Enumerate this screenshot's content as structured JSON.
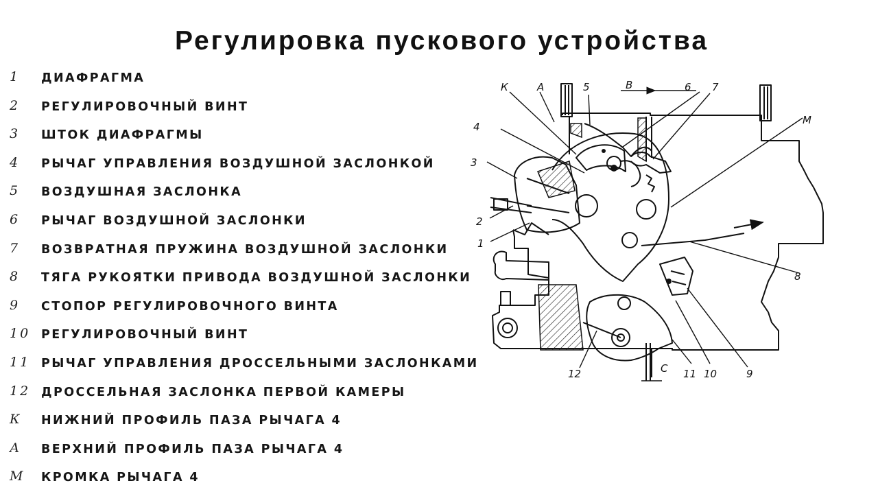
{
  "title": "Регулировка пускового устройства",
  "legend": [
    {
      "key": "1",
      "label": "ДИАФРАГМА"
    },
    {
      "key": "2",
      "label": "РЕГУЛИРОВОЧНЫЙ ВИНТ"
    },
    {
      "key": "3",
      "label": "ШТОК ДИАФРАГМЫ"
    },
    {
      "key": "4",
      "label": "РЫЧАГ УПРАВЛЕНИЯ ВОЗДУШНОЙ ЗАСЛОНКОЙ"
    },
    {
      "key": "5",
      "label": "ВОЗДУШНАЯ ЗАСЛОНКА"
    },
    {
      "key": "6",
      "label": "РЫЧАГ ВОЗДУШНОЙ ЗАСЛОНКИ"
    },
    {
      "key": "7",
      "label": "ВОЗВРАТНАЯ ПРУЖИНА ВОЗДУШНОЙ ЗАСЛОНКИ"
    },
    {
      "key": "8",
      "label": "ТЯГА РУКОЯТКИ ПРИВОДА ВОЗДУШНОЙ ЗАСЛОНКИ"
    },
    {
      "key": "9",
      "label": "СТОПОР РЕГУЛИРОВОЧНОГО ВИНТА"
    },
    {
      "key": "10",
      "label": "РЕГУЛИРОВОЧНЫЙ ВИНТ"
    },
    {
      "key": "11",
      "label": "РЫЧАГ УПРАВЛЕНИЯ ДРОССЕЛЬНЫМИ ЗАСЛОНКАМИ"
    },
    {
      "key": "12",
      "label": "ДРОССЕЛЬНАЯ ЗАСЛОНКА ПЕРВОЙ КАМЕРЫ"
    },
    {
      "key": "К",
      "label": "НИЖНИЙ ПРОФИЛЬ ПАЗА РЫЧАГА 4"
    },
    {
      "key": "А",
      "label": "ВЕРХНИЙ ПРОФИЛЬ ПАЗА РЫЧАГА 4"
    },
    {
      "key": "М",
      "label": "КРОМКА РЫЧАГА 4"
    }
  ],
  "diagram": {
    "callouts": {
      "k": "К",
      "a": "А",
      "n5": "5",
      "b": "В",
      "n6": "6",
      "n7": "7",
      "m": "М",
      "n4": "4",
      "n3": "3",
      "n2": "2",
      "n1": "1",
      "n8": "8",
      "n12": "12",
      "c": "С",
      "n11": "11",
      "n10": "10",
      "n9": "9"
    }
  }
}
